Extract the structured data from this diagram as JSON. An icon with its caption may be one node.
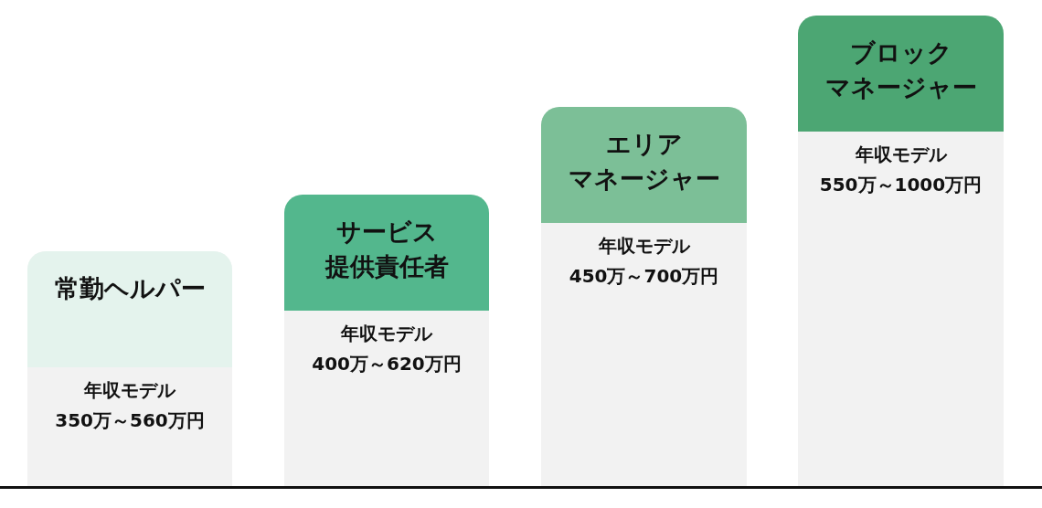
{
  "diagram": {
    "nodes": [
      {
        "text": [
          "常勤ヘルパー",
          "年収モデル",
          "350万～560万円"
        ]
      },
      {
        "text": [
          "サービス提供責任者",
          "年収モデル",
          "400万～620万円"
        ]
      },
      {
        "text": [
          "エリアマネージャー",
          "年収モデル",
          "450万～700万円"
        ]
      },
      {
        "text": [
          "ブロックマネージャー",
          "年収モデル",
          "550万～1000万円"
        ]
      }
    ]
  }
}
